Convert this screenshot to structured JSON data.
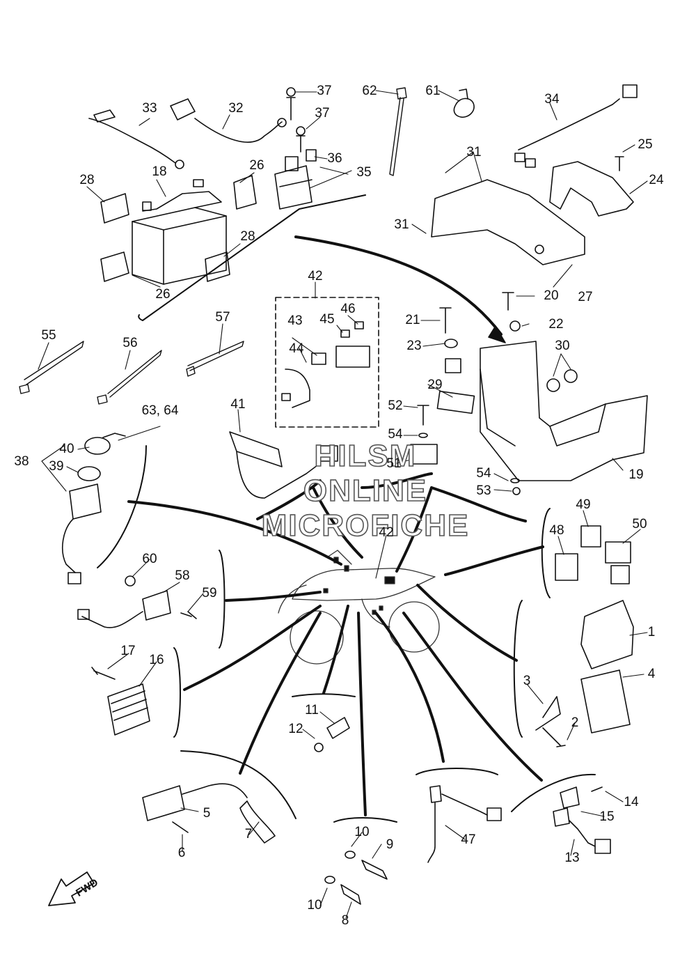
{
  "watermark": {
    "line1": "HILSM",
    "line2": "ONLINE",
    "line3": "MICROFICHE"
  },
  "direction_arrow": {
    "label": "FWD",
    "icon": "fwd-arrow-icon"
  },
  "callouts": {
    "p1": "1",
    "p2": "2",
    "p3": "3",
    "p4": "4",
    "p5": "5",
    "p6": "6",
    "p7": "7",
    "p8": "8",
    "p9": "9",
    "p10a": "10",
    "p10b": "10",
    "p11": "11",
    "p12": "12",
    "p13": "13",
    "p14": "14",
    "p15": "15",
    "p16": "16",
    "p17": "17",
    "p18": "18",
    "p19": "19",
    "p20": "20",
    "p21": "21",
    "p22": "22",
    "p23": "23",
    "p24": "24",
    "p25": "25",
    "p26a": "26",
    "p26b": "26",
    "p27": "27",
    "p28a": "28",
    "p28b": "28",
    "p29": "29",
    "p30": "30",
    "p31a": "31",
    "p31b": "31",
    "p32": "32",
    "p33": "33",
    "p34": "34",
    "p35": "35",
    "p36": "36",
    "p37a": "37",
    "p37b": "37",
    "p38": "38",
    "p39": "39",
    "p40": "40",
    "p41": "41",
    "p42a": "42",
    "p42b": "42",
    "p43": "43",
    "p44": "44",
    "p45": "45",
    "p46": "46",
    "p47": "47",
    "p48": "48",
    "p49": "49",
    "p50": "50",
    "p51": "51",
    "p52": "52",
    "p53": "53",
    "p54a": "54",
    "p54b": "54",
    "p55": "55",
    "p56": "56",
    "p57": "57",
    "p58": "58",
    "p59": "59",
    "p60": "60",
    "p61": "61",
    "p62": "62",
    "p6364": "63, 64"
  },
  "icons": [
    "battery-icon",
    "fuse-box-icon",
    "relay-icon",
    "cdi-unit-icon",
    "rectifier-icon",
    "ignition-coil-icon",
    "main-switch-icon",
    "sensor-icon",
    "motorcycle-outline-icon",
    "cable-tie-icon",
    "battery-box-icon",
    "lean-angle-sensor-icon",
    "speed-sensor-icon"
  ]
}
